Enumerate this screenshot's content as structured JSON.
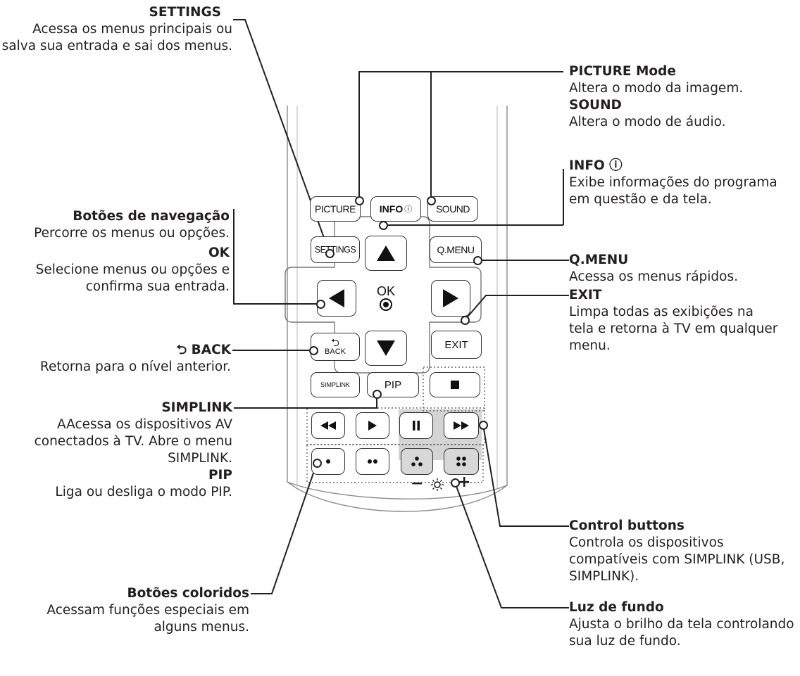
{
  "remote": {
    "buttons": {
      "picture": "PICTURE",
      "info": "INFO",
      "info_symbol": "ⓘ",
      "sound": "SOUND",
      "settings": "SETTINGS",
      "qmenu": "Q.MENU",
      "ok": "OK",
      "back": "BACK",
      "exit": "EXIT",
      "simplink": "SIMPLINK",
      "pip": "PIP",
      "minus": "−",
      "plus": "+"
    }
  },
  "labels": {
    "settings": {
      "title": "SETTINGS",
      "desc": "Acessa os menus principais ou salva sua entrada e sai dos menus."
    },
    "navigation": {
      "title": "Botões de navegação",
      "desc": "Percorre os menus ou opções."
    },
    "ok": {
      "title": "OK",
      "desc": "Selecione menus ou opções e confirma sua entrada."
    },
    "back": {
      "title": "BACK",
      "icon": "⮌",
      "desc": "Retorna para o nível anterior."
    },
    "simplink": {
      "title": "SIMPLINK",
      "desc": "AAcessa os dispositivos AV conectados à TV. Abre o menu SIMPLINK."
    },
    "pip": {
      "title": "PIP",
      "desc": "Liga ou desliga o modo PIP."
    },
    "color_buttons": {
      "title": "Botões coloridos",
      "desc": "Acessam funções especiais em alguns menus."
    },
    "picture_mode": {
      "title": "PICTURE Mode",
      "desc": "Altera o modo da imagem."
    },
    "sound": {
      "title": "SOUND",
      "desc": "Altera o modo de áudio."
    },
    "info": {
      "title": "INFO ⓘ",
      "desc": "Exibe informações do programa em questão e da tela."
    },
    "qmenu": {
      "title": "Q.MENU",
      "desc": "Acessa os menus rápidos."
    },
    "exit": {
      "title": "EXIT",
      "desc": "Limpa todas as exibições na tela e retorna à TV em qualquer menu."
    },
    "control_buttons": {
      "title": "Control buttons",
      "desc": "Controla os dispositivos compatíveis com SIMPLINK (USB, SIMPLINK)."
    },
    "backlight": {
      "title": "Luz de fundo",
      "desc": "Ajusta o brilho da tela controlando sua luz de fundo."
    }
  },
  "icons": {
    "up": "up-arrow-icon",
    "down": "down-arrow-icon",
    "left": "left-arrow-icon",
    "right": "right-arrow-icon",
    "stop": "stop-icon",
    "rewind": "rewind-icon",
    "play": "play-icon",
    "pause": "pause-icon",
    "fast_forward": "fast-forward-icon",
    "brightness": "sun-icon"
  },
  "colors": {
    "line": "#231f20",
    "gray_panel": "#d4d4d4",
    "button_border": "#333333"
  }
}
